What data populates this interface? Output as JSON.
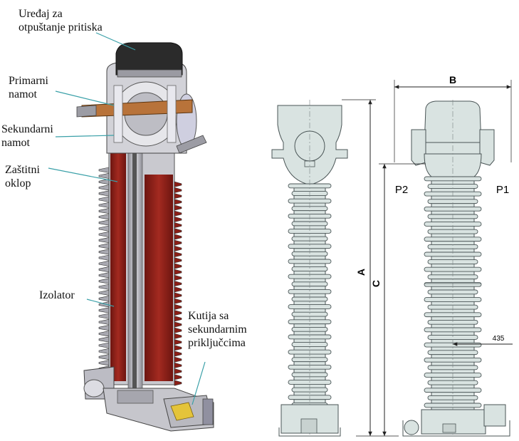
{
  "cutaway_labels": {
    "pressure_relief": "Uređaj za\notpuštanje pritiska",
    "primary_winding": "Primarni\nnamot",
    "secondary_winding": "Sekundarni\nnamot",
    "protective_shield": "Zaštitni\noklop",
    "insulator": "Izolator",
    "terminal_box": "Kutija sa\nsekundarnim\npriključcima"
  },
  "dimensions": {
    "A": "A",
    "B": "B",
    "C": "C",
    "P1": "P1",
    "P2": "P2",
    "value_435": "435"
  },
  "colors": {
    "insulator_fill": "#d9e3e1",
    "insulator_stroke": "#4a5556",
    "cut_red": "#8b1e16",
    "dark_head": "#2b2b2b",
    "copper": "#b8733a",
    "metal": "#b7b7bd"
  }
}
